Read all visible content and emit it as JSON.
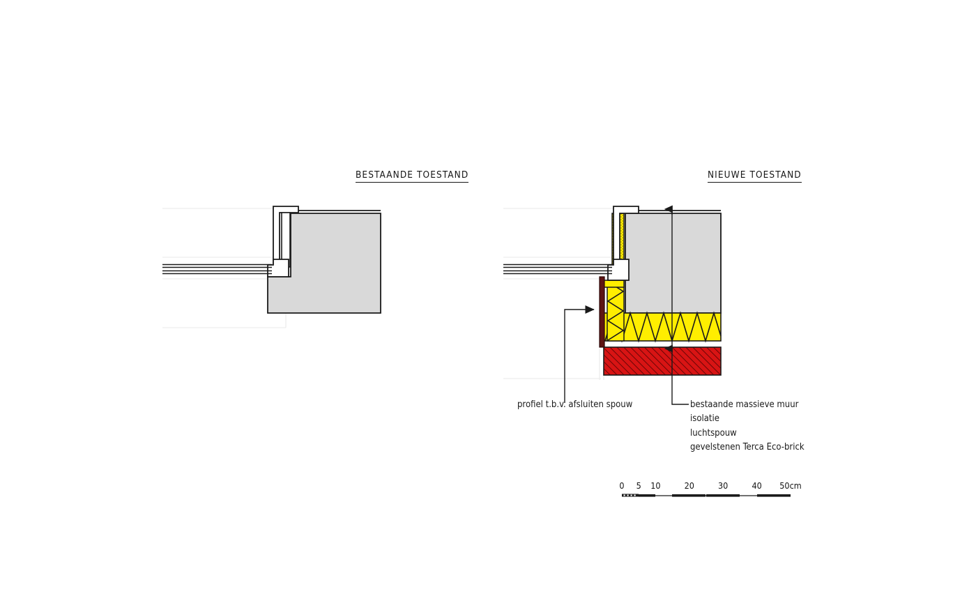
{
  "drawing": {
    "type": "architectural-detail-section",
    "panels": [
      {
        "id": "existing",
        "title": "BESTAANDE TOESTAND",
        "description": "Existing window jamb detail: timber window frame with double glazing abutting an existing solid masonry wall."
      },
      {
        "id": "new",
        "title": "NIEUWE TOESTAND",
        "description": "New condition: existing solid wall with added insulation, air cavity and new facing brick outer leaf."
      }
    ]
  },
  "annotations": {
    "left_leader": {
      "text": "profiel t.b.v. afsluiten spouw"
    },
    "right_leader": {
      "lines": [
        "bestaande massieve muur",
        "isolatie",
        "luchtspouw",
        "gevelstenen Terca Eco-brick"
      ]
    }
  },
  "scale_bar": {
    "unit_suffix": "cm",
    "ticks": [
      {
        "label": "0",
        "pos": 0
      },
      {
        "label": "5",
        "pos": 5
      },
      {
        "label": "10",
        "pos": 10
      },
      {
        "label": "20",
        "pos": 20
      },
      {
        "label": "30",
        "pos": 30
      },
      {
        "label": "40",
        "pos": 40
      },
      {
        "label": "50cm",
        "pos": 50
      }
    ],
    "range_cm": [
      0,
      50
    ]
  },
  "materials": {
    "existing_wall_fill": "#d9d9d9",
    "insulation_fill": "#ffee00",
    "brick_fill": "#d81414",
    "brick_hatch": "#7a0707",
    "profile_fill": "#5e1414",
    "line_color": "#1a1a1a",
    "construction_line": "#e4e4e4",
    "background": "#ffffff"
  }
}
